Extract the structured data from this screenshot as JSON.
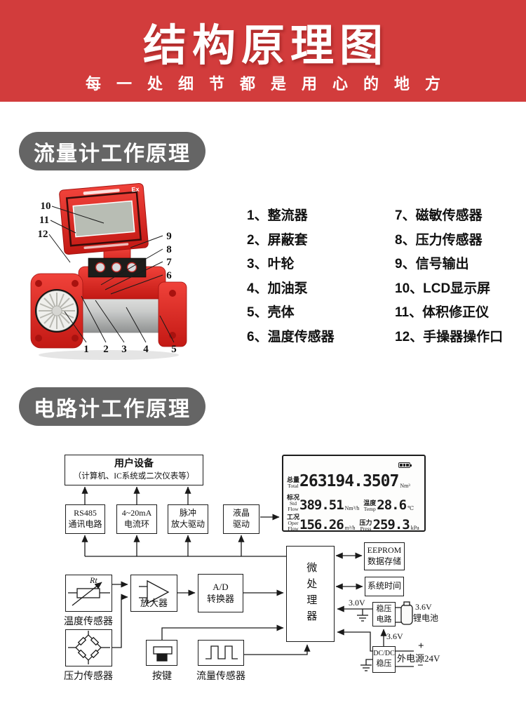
{
  "banner": {
    "title": "结构原理图",
    "subtitle": "每一处细节都是用心的地方"
  },
  "colors": {
    "banner_red": "#d23c3c",
    "meter_red": "#e42823",
    "pill_gray": "#656565"
  },
  "section_flow": {
    "header": "流量计工作原理",
    "figure": {
      "ex_mark": "Ex",
      "callouts": [
        "1",
        "2",
        "3",
        "4",
        "5",
        "6",
        "7",
        "8",
        "9",
        "10",
        "11",
        "12"
      ]
    },
    "parts_left": [
      "1、整流器",
      "2、屏蔽套",
      "3、叶轮",
      "4、加油泵",
      "5、壳体",
      "6、温度传感器"
    ],
    "parts_right": [
      "7、磁敏传感器",
      "8、压力传感器",
      "9、信号输出",
      "10、LCD显示屏",
      "11、体积修正仪",
      "12、手操器操作口"
    ]
  },
  "section_circuit": {
    "header": "电路计工作原理",
    "boxes": {
      "user_device_l1": "用户设备",
      "user_device_l2": "（计算机、IC系统或二次仪表等）",
      "rs485_l1": "RS485",
      "rs485_l2": "通讯电路",
      "loop_l1": "4~20mA",
      "loop_l2": "电流环",
      "pulse_l1": "脉冲",
      "pulse_l2": "放大驱动",
      "lcd_drive_l1": "液晶",
      "lcd_drive_l2": "驱动",
      "mcu": "微处理器",
      "eeprom_l1": "EEPROM",
      "eeprom_l2": "数据存储",
      "sys_time": "系统时间",
      "reg_l1": "稳压",
      "reg_l2": "电路",
      "dcdc_l1": "DC/DC",
      "dcdc_l2": "稳压",
      "amp": "放大器",
      "ad_l1": "A/D",
      "ad_l2": "转换器",
      "rt": "Rt",
      "temp_sensor": "温度传感器",
      "pressure_sensor": "压力传感器",
      "key": "按键",
      "flow_sensor": "流量传感器"
    },
    "labels": {
      "v30": "3.0V",
      "v36": "3.6V",
      "batt_v": "3.6V",
      "batt_name": "锂电池",
      "plus": "+",
      "minus": "−",
      "ext_power": "外电源24V"
    },
    "lcd": {
      "total_cn": "总量",
      "total_en": "Total",
      "total_value": "263194.3507",
      "total_unit": "Nm³",
      "std_cn": "标况",
      "std_en1": "Std",
      "std_en2": "Flow",
      "std_value": "389.51",
      "std_unit": "Nm³/h",
      "temp_cn": "温度",
      "temp_en": "Temp",
      "temp_value": "28.6",
      "temp_unit": "℃",
      "oper_cn": "工况",
      "oper_en1": "Oper",
      "oper_en2": "Flow",
      "oper_value": "156.26",
      "oper_unit": "m³/h",
      "press_cn": "压力",
      "press_en": "Press",
      "press_value": "259.3",
      "press_unit": "kPa"
    }
  }
}
